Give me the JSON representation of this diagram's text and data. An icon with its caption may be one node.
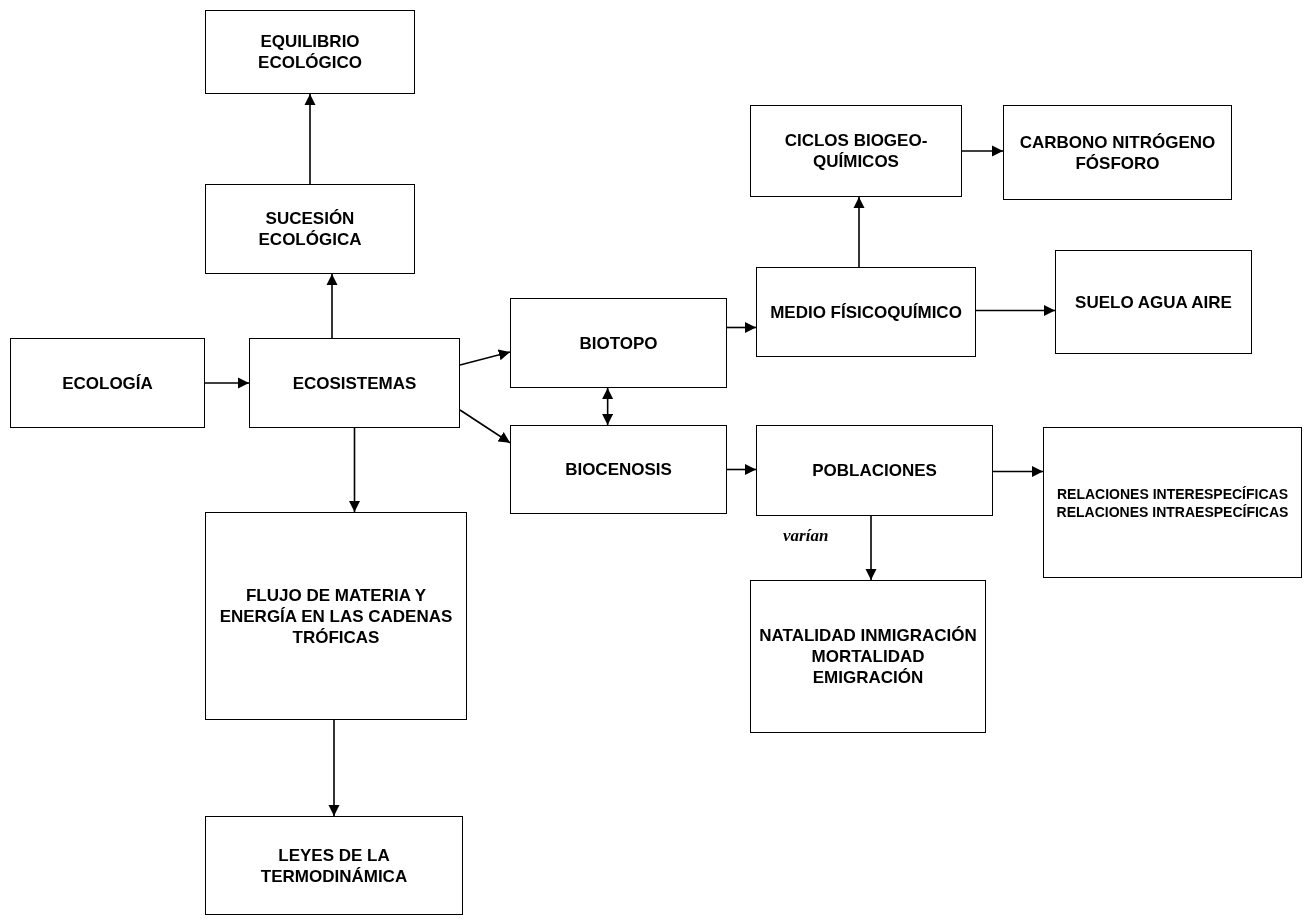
{
  "diagram": {
    "nodes": [
      {
        "text": [
          "EQUILIBRIO ECOLÓGICO"
        ]
      },
      {
        "text": [
          "SUCESIÓN ECOLÓGICA"
        ]
      },
      {
        "text": [
          "ECOLOGÍA"
        ]
      },
      {
        "text": [
          "ECOSISTEMAS"
        ]
      },
      {
        "text": [
          "BIOTOPO"
        ]
      },
      {
        "text": [
          "BIOCENOSIS"
        ]
      },
      {
        "text": [
          "CICLOS BIOGEO- QUÍMICOS"
        ]
      },
      {
        "text": [
          "CARBONO NITRÓGENO FÓSFORO"
        ]
      },
      {
        "text": [
          "MEDIO FÍSICOQUÍMICO"
        ]
      },
      {
        "text": [
          "SUELO AGUA AIRE"
        ]
      },
      {
        "text": [
          "POBLACIONES"
        ]
      },
      {
        "text": [
          "RELACIONES INTERESPECÍFICAS RELACIONES INTRAESPECÍFICAS"
        ]
      },
      {
        "text": [
          "NATALIDAD INMIGRACIÓN MORTALIDAD EMIGRACIÓN"
        ]
      },
      {
        "text": [
          "FLUJO DE MATERIA Y ENERGÍA EN LAS CADENAS TRÓFICAS"
        ]
      },
      {
        "text": [
          "LEYES DE LA TERMODINÁMICA"
        ]
      }
    ],
    "edges": [
      {
        "from": 2,
        "to": 3,
        "arrow": "to"
      },
      {
        "from": 3,
        "to": 1,
        "arrow": "to"
      },
      {
        "from": 1,
        "to": 0,
        "arrow": "to"
      },
      {
        "from": 3,
        "to": 4,
        "arrow": "to"
      },
      {
        "from": 3,
        "to": 5,
        "arrow": "to"
      },
      {
        "from": 3,
        "to": 13,
        "arrow": "to"
      },
      {
        "from": 13,
        "to": 14,
        "arrow": "to"
      },
      {
        "from": 4,
        "to": 5,
        "arrow": "both"
      },
      {
        "from": 4,
        "to": 8,
        "arrow": "to"
      },
      {
        "from": 8,
        "to": 6,
        "arrow": "to"
      },
      {
        "from": 6,
        "to": 7,
        "arrow": "to"
      },
      {
        "from": 8,
        "to": 9,
        "arrow": "to"
      },
      {
        "from": 5,
        "to": 10,
        "arrow": "to"
      },
      {
        "from": 10,
        "to": 11,
        "arrow": "to"
      },
      {
        "from": 10,
        "to": 12,
        "arrow": "to",
        "label": "varían"
      }
    ]
  }
}
